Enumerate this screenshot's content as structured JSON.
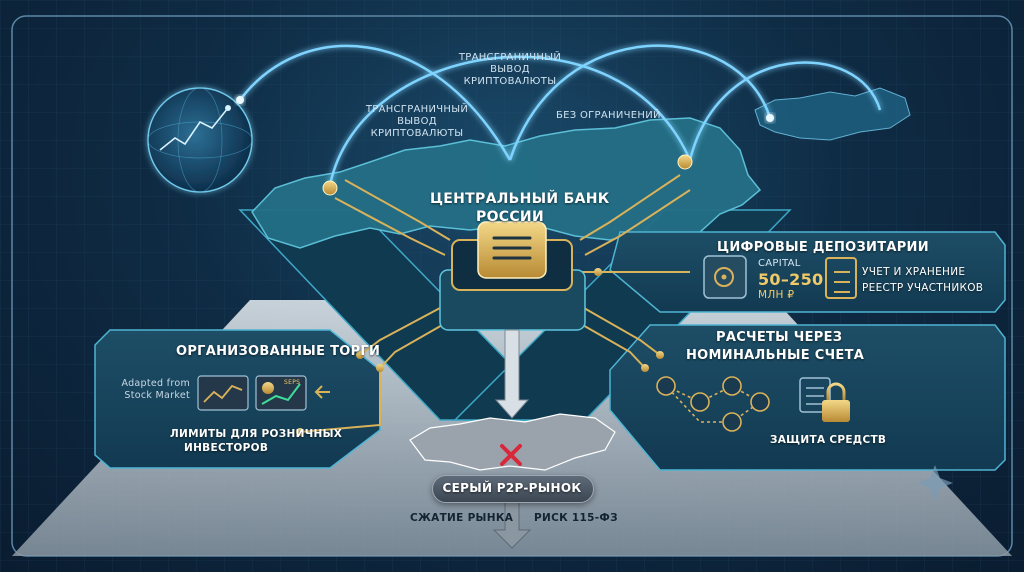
{
  "arcs": {
    "top_label": "Трансграничный вывод криптовалюты",
    "left_label": "Трансграничный вывод криптовалюты",
    "right_label": "Без ограничений"
  },
  "center": {
    "title_line1": "Центральный банк",
    "title_line2": "России"
  },
  "depositaries": {
    "title": "Цифровые депозитарии",
    "capital_label": "Capital",
    "capital_value": "50–250",
    "capital_unit": "млн ₽",
    "item1": "Учет и хранение",
    "item2": "реестр участников"
  },
  "trading": {
    "title": "Организованные торги",
    "note": "Adapted from Stock Market",
    "limit_line1": "Лимиты для розничных",
    "limit_line2": "инвесторов",
    "chip_label": "SEPS"
  },
  "settlements": {
    "title_line1": "Расчеты через",
    "title_line2": "номинальные счета",
    "protection": "Защита средств"
  },
  "grey_market": {
    "pill": "Серый P2P-рынок",
    "left_label": "Сжатие рынка",
    "right_label": "Риск 115-ФЗ"
  },
  "colors": {
    "glow": "#7fd4ff",
    "gold": "#d9b25a",
    "teal": "#1f5c70",
    "dark": "#0c2238"
  }
}
